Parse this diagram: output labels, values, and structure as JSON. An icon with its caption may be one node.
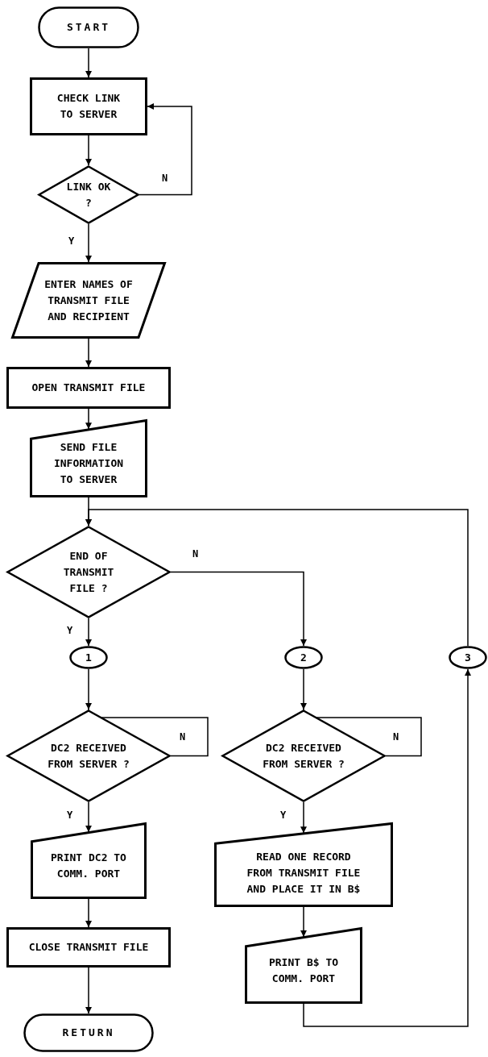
{
  "diagram": {
    "nodes": [
      {
        "text": [
          "START"
        ]
      },
      {
        "text": [
          "CHECK LINK TO SERVER"
        ]
      },
      {
        "text": [
          "LINK OK ?"
        ]
      },
      {
        "text": [
          "ENTER NAMES OF TRANSMIT FILE AND RECIPIENT"
        ]
      },
      {
        "text": [
          "OPEN TRANSMIT FILE"
        ]
      },
      {
        "text": [
          "SEND FILE INFORMATION TO SERVER"
        ]
      },
      {
        "text": [
          "END OF TRANSMIT FILE ?"
        ]
      },
      {
        "text": [
          "1"
        ]
      },
      {
        "text": [
          "2"
        ]
      },
      {
        "text": [
          "3"
        ]
      },
      {
        "text": [
          "DC2 RECEIVED FROM SERVER ?"
        ]
      },
      {
        "text": [
          "DC2 RECEIVED FROM SERVER ?"
        ]
      },
      {
        "text": [
          "PRINT DC2 TO COMM. PORT"
        ]
      },
      {
        "text": [
          "READ ONE RECORD FROM TRANSMIT FILE AND PLACE IT IN B$"
        ]
      },
      {
        "text": [
          "CLOSE TRANSMIT FILE"
        ]
      },
      {
        "text": [
          "PRINT B$ TO COMM. PORT"
        ]
      },
      {
        "text": [
          "RETURN"
        ]
      }
    ],
    "edges": [
      {
        "from": 0,
        "to": 1,
        "arrow": "to"
      },
      {
        "from": 1,
        "to": 2,
        "arrow": "to"
      },
      {
        "from": 2,
        "to": 1,
        "arrow": "to",
        "label": "N"
      },
      {
        "from": 2,
        "to": 3,
        "arrow": "to",
        "label": "Y"
      },
      {
        "from": 3,
        "to": 4,
        "arrow": "to"
      },
      {
        "from": 4,
        "to": 5,
        "arrow": "to"
      },
      {
        "from": 5,
        "to": 6,
        "arrow": "to"
      },
      {
        "from": 6,
        "to": 7,
        "arrow": "to",
        "label": "Y"
      },
      {
        "from": 6,
        "to": 8,
        "arrow": "to",
        "label": "N"
      },
      {
        "from": 9,
        "to": 6,
        "arrow": "to"
      },
      {
        "from": 7,
        "to": 10,
        "arrow": "to"
      },
      {
        "from": 10,
        "to": 10,
        "arrow": "to",
        "label": "N"
      },
      {
        "from": 10,
        "to": 12,
        "arrow": "to",
        "label": "Y"
      },
      {
        "from": 12,
        "to": 14,
        "arrow": "to"
      },
      {
        "from": 14,
        "to": 16,
        "arrow": "to"
      },
      {
        "from": 8,
        "to": 11,
        "arrow": "to"
      },
      {
        "from": 11,
        "to": 11,
        "arrow": "to",
        "label": "N"
      },
      {
        "from": 11,
        "to": 13,
        "arrow": "to",
        "label": "Y"
      },
      {
        "from": 13,
        "to": 15,
        "arrow": "to"
      },
      {
        "from": 15,
        "to": 9,
        "arrow": "to"
      }
    ]
  }
}
